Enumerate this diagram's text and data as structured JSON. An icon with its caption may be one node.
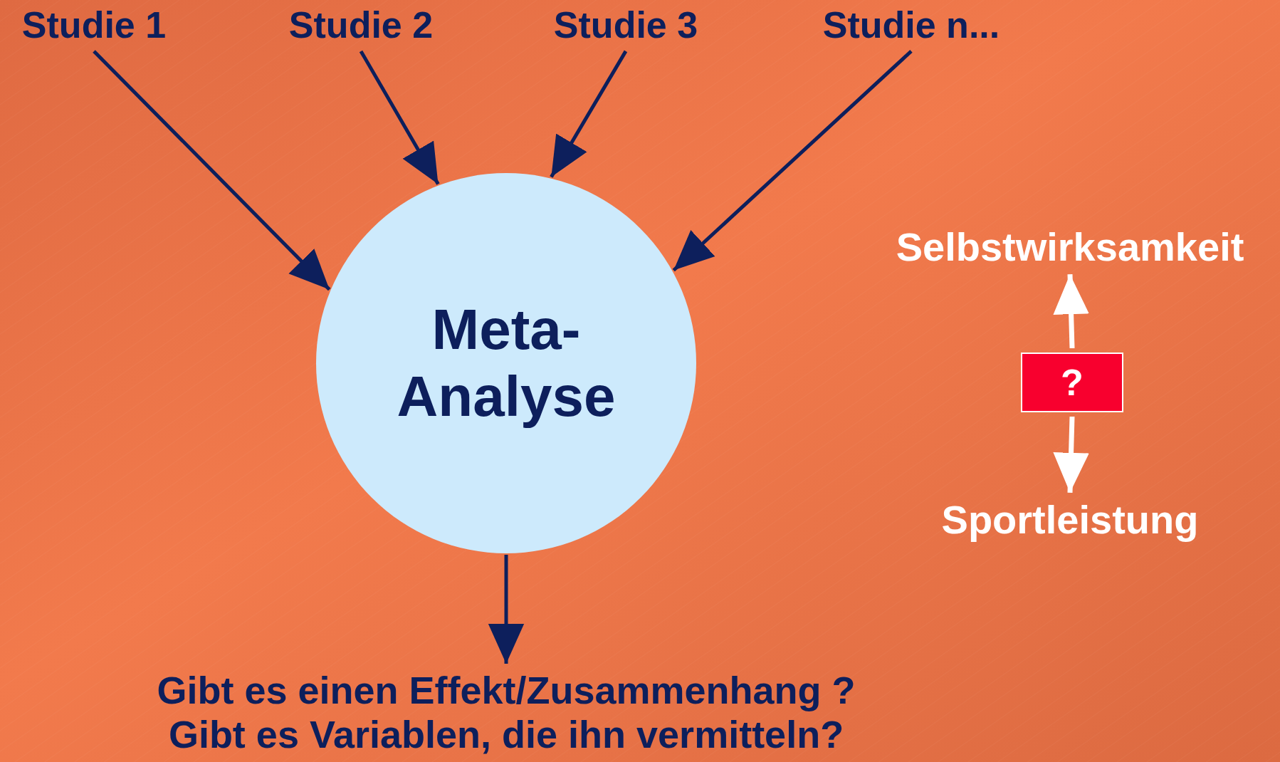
{
  "diagram": {
    "nodes": [
      {
        "text": [
          "Studie 1"
        ]
      },
      {
        "text": [
          "Studie 2"
        ]
      },
      {
        "text": [
          "Studie 3"
        ]
      },
      {
        "text": [
          "Studie n..."
        ]
      },
      {
        "text": [
          "Meta-Analyse"
        ]
      },
      {
        "text": [
          "Gibt es einen Effekt/Zusammenhang ?",
          "Gibt es Variablen, die ihn vermitteln?"
        ]
      },
      {
        "text": [
          "Selbstwirksamkeit"
        ]
      },
      {
        "text": [
          "?"
        ]
      },
      {
        "text": [
          "Sportleistung"
        ]
      }
    ],
    "edges": [
      {
        "from": 0,
        "to": 4,
        "arrow": "to"
      },
      {
        "from": 1,
        "to": 4,
        "arrow": "to"
      },
      {
        "from": 2,
        "to": 4,
        "arrow": "to"
      },
      {
        "from": 3,
        "to": 4,
        "arrow": "to"
      },
      {
        "from": 4,
        "to": 5,
        "arrow": "to"
      },
      {
        "from": 7,
        "to": 6,
        "arrow": "to",
        "color": "#ffffff"
      },
      {
        "from": 7,
        "to": 8,
        "arrow": "to",
        "color": "#ffffff"
      }
    ]
  }
}
